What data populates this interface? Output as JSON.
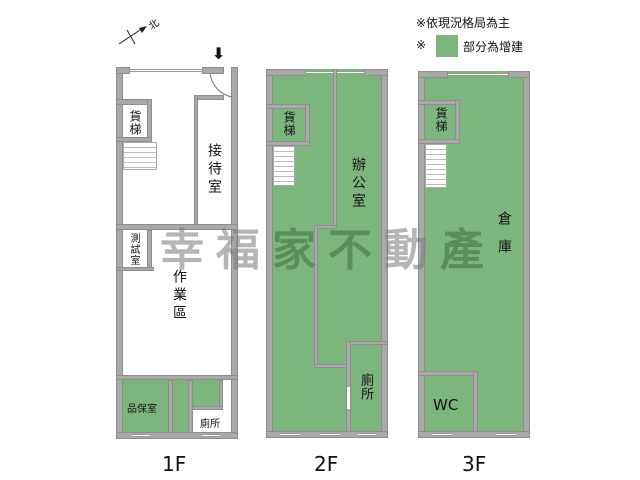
{
  "legend": {
    "line1": "※依現況格局為主",
    "line2_prefix": "※",
    "line2_text": "部分為增建",
    "swatch_color": "#7db67c"
  },
  "compass": {
    "north_label": "北"
  },
  "entrance": {
    "arrow": "⬇"
  },
  "watermark": {
    "chars": [
      "幸",
      "福",
      "家",
      "不",
      "動",
      "產"
    ]
  },
  "colors": {
    "wall": "#a9a9a9",
    "addition_green": "#7db67c",
    "background": "#ffffff"
  },
  "floors": {
    "f1": {
      "label": "1F",
      "rooms": {
        "elevator": "貨梯",
        "reception": "接待室",
        "test_room": "測試室",
        "work_area": "作業區",
        "storage": "品保室",
        "toilet": "廁所"
      }
    },
    "f2": {
      "label": "2F",
      "rooms": {
        "elevator": "貨梯",
        "office": "辦公室",
        "toilet": "廁所"
      }
    },
    "f3": {
      "label": "3F",
      "rooms": {
        "elevator": "貨梯",
        "warehouse": "倉庫",
        "wc": "WC"
      }
    }
  }
}
